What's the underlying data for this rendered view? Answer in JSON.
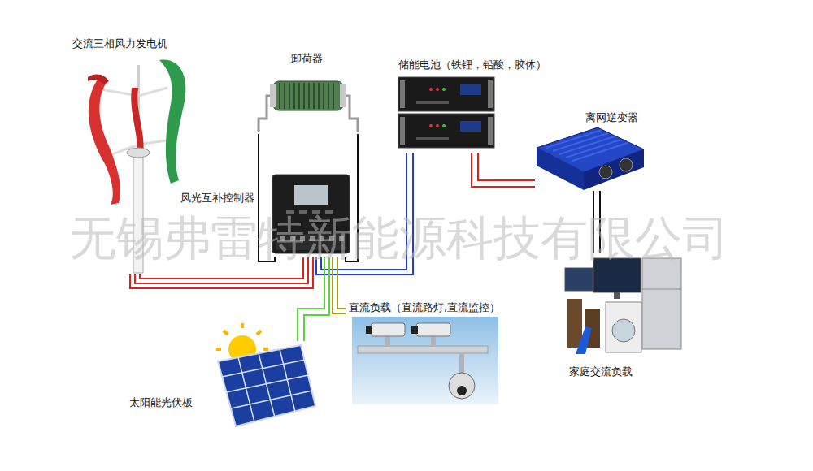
{
  "diagram": {
    "nodes": [
      {
        "text": [
          "交流三相风力发电机"
        ]
      },
      {
        "text": [
          "卸荷器"
        ]
      },
      {
        "text": [
          "储能电池（铁锂，铅酸，胶体）"
        ]
      },
      {
        "text": [
          "离网逆变器"
        ]
      },
      {
        "text": [
          "风光互补控制器"
        ]
      },
      {
        "text": [
          "直流负载（直流路灯,直流监控）"
        ]
      },
      {
        "text": [
          "家庭交流负载"
        ]
      },
      {
        "text": [
          "太阳能光伏板"
        ]
      }
    ],
    "edges": [
      {
        "from": 0,
        "to": 4,
        "arrow": "none"
      },
      {
        "from": 1,
        "to": 4,
        "arrow": "none"
      },
      {
        "from": 2,
        "to": 4,
        "arrow": "none"
      },
      {
        "from": 2,
        "to": 3,
        "arrow": "none"
      },
      {
        "from": 3,
        "to": 6,
        "arrow": "none"
      },
      {
        "from": 7,
        "to": 4,
        "arrow": "none"
      },
      {
        "from": 4,
        "to": 5,
        "arrow": "none"
      }
    ],
    "labels": [
      "无锡弗雷特新能源科技有限公司"
    ]
  }
}
